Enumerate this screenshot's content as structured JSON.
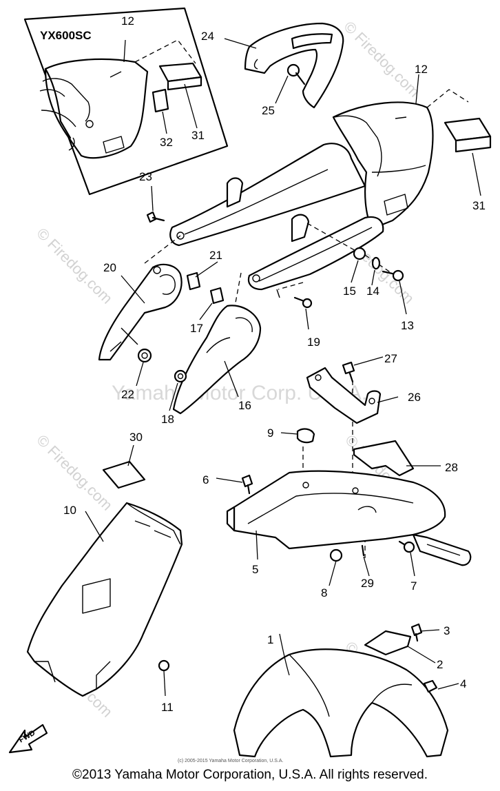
{
  "diagram": {
    "model_label": "YX600SC",
    "part_labels": [
      "1",
      "2",
      "3",
      "4",
      "5",
      "6",
      "7",
      "8",
      "9",
      "10",
      "11",
      "12",
      "12",
      "13",
      "14",
      "15",
      "16",
      "17",
      "18",
      "19",
      "20",
      "21",
      "22",
      "23",
      "24",
      "25",
      "26",
      "27",
      "28",
      "29",
      "30",
      "31",
      "31",
      "32"
    ],
    "watermark": "© Firedog.com",
    "center_watermark": "Yamaha Motor Corp. U.S.A.",
    "fwd_label": "FWD",
    "small_print": "(c) 2005-2015 Yamaha Motor Corporation, U.S.A.",
    "copyright": "©2013 Yamaha Motor Corporation, U.S.A. All rights reserved."
  }
}
